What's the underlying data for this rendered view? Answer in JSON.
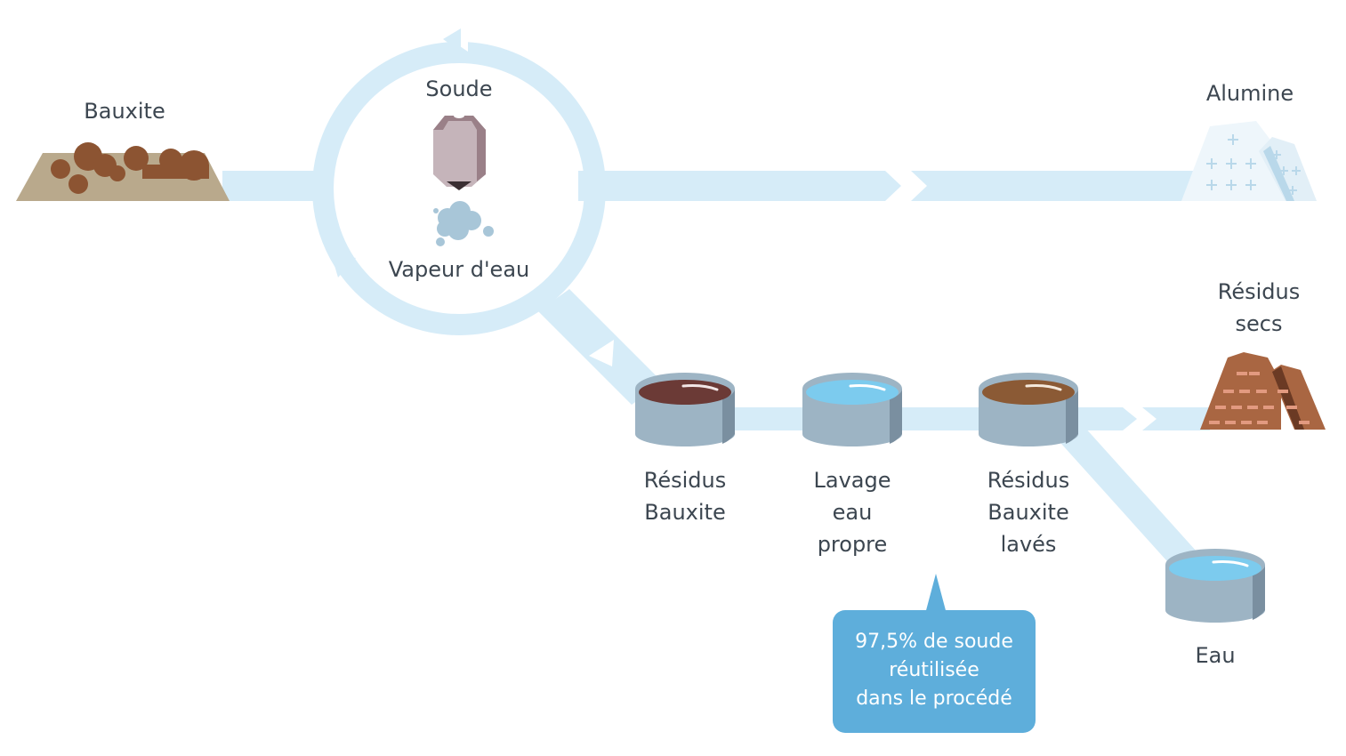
{
  "labels": {
    "bauxite": "Bauxite",
    "soude": "Soude",
    "vapeur": "Vapeur d'eau",
    "alumine": "Alumine",
    "residus_secs": [
      "Résidus",
      "secs"
    ],
    "residus_bauxite": [
      "Résidus",
      "Bauxite"
    ],
    "lavage": [
      "Lavage",
      "eau",
      "propre"
    ],
    "residus_laves": [
      "Résidus",
      "Bauxite",
      "lavés"
    ],
    "eau": "Eau"
  },
  "callout": {
    "lines": [
      "97,5% de soude",
      "réutilisée",
      "dans le procédé"
    ]
  },
  "colors": {
    "flow": "#d6ecf8",
    "tank_body": "#9db4c4",
    "tank_side": "#7a8fa0",
    "water": "#7ccbee",
    "residue_dark": "#6b3a36",
    "residue_brown": "#8b5a35",
    "bauxite_ground": "#b9a98c",
    "bauxite_rock": "#8c5432",
    "callout": "#5eaedb"
  }
}
